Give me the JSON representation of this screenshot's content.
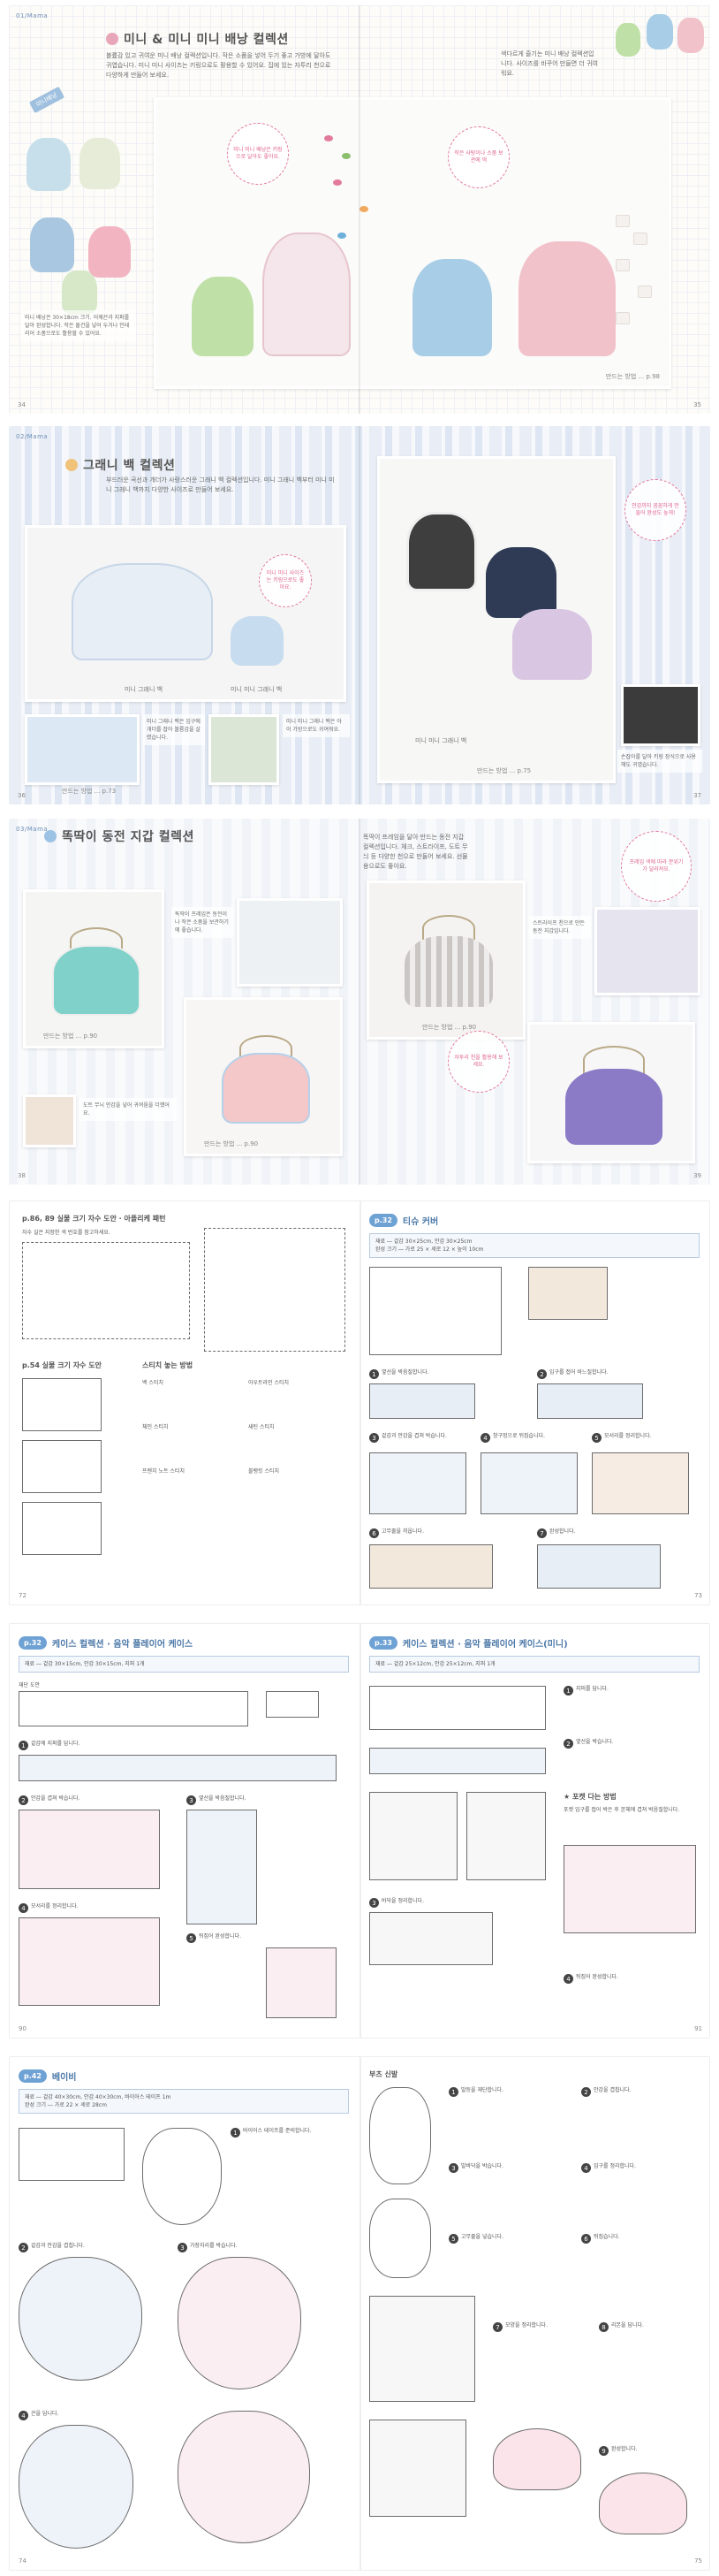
{
  "spread1": {
    "section_tag": "01/Mama",
    "title": "미니 & 미니 미니 배낭 컬렉션",
    "tag_label": "미니배낭",
    "blurb": "볼륨감 있고 귀여운 미니 배낭 컬렉션입니다. 작은 소품을 넣어 두기 좋고 가방에 달아도 귀엽습니다. 미니 미니 사이즈는 키링으로도 활용할 수 있어요. 집에 있는 자투리 천으로 다양하게 만들어 보세요.",
    "right_blurb": "색다르게 즐기는 미니 배낭 컬렉션입니다. 사이즈를 바꾸어 만들면 더 귀여워요.",
    "bubble1": "미니 미니 배낭은 키링으로 달아도 좋아요.",
    "bubble2": "작은 사탕이나 소품 보관에 딱",
    "left_note": "미니 배낭은 30×18cm 크기. 어깨끈과 지퍼를 달아 완성합니다. 작은 물건을 넣어 두거나 인테리어 소품으로도 활용할 수 있어요.",
    "ref": "만드는 방법 ... p.98",
    "page_left": "34",
    "page_right": "35"
  },
  "spread2": {
    "section_tag": "02/Mama",
    "title": "그래니 백 컬렉션",
    "blurb": "부드러운 곡선과 개더가 사랑스러운 그래니 백 컬렉션입니다. 미니 그래니 백부터 미니 미니 그래니 백까지 다양한 사이즈로 만들어 보세요.",
    "caption_a": "미니 그래니 백",
    "caption_b": "미니 미니 그래니 백",
    "caption_c": "미니 미니 그래니 백",
    "bubble1": "미니 미니 사이즈는 키링으로도 좋아요.",
    "bubble2": "안감까지 꼼꼼하게 만들어 완성도 높게!",
    "note_left": "미니 그래니 백은 입구에 개더를 잡아 볼륨감을 살렸습니다.",
    "note_mid": "미니 미니 그래니 백은 아이 가방으로도 귀여워요.",
    "note_right": "손잡이를 달아 키링 장식으로 사용해도 귀엽습니다.",
    "ref_left": "만드는 방법 ... p.73",
    "ref_right": "만드는 방법 ... p.75",
    "page_left": "36",
    "page_right": "37"
  },
  "spread3": {
    "section_tag": "03/Mama",
    "title": "똑딱이 동전 지갑 컬렉션",
    "blurb": "똑딱이 프레임을 달아 만드는 동전 지갑 컬렉션입니다. 체크, 스트라이프, 도트 무늬 등 다양한 천으로 만들어 보세요. 선물용으로도 좋아요.",
    "note1": "똑딱이 프레임은 동전이나 작은 소품을 보관하기에 좋습니다.",
    "note2": "스트라이프 천으로 만든 동전 지갑입니다.",
    "note3": "도트 무늬 안감을 넣어 귀여움을 더했어요.",
    "bubble1": "프레임 색에 따라 분위기가 달라져요.",
    "bubble2": "자투리 천을 활용해 보세요.",
    "ref_a": "만드는 방법 ... p.90",
    "ref_b": "만드는 방법 ... p.90",
    "ref_c": "만드는 방법 ... p.90",
    "page_left": "38",
    "page_right": "39"
  },
  "spread4": {
    "left_title": "p.86, 89 실물 크기 자수 도안 · 아플리케 패턴",
    "left_sub": "자수 실은 지정한 색 번호를 참고하세요.",
    "left_sub2": "p.54 실물 크기 자수 도안",
    "stitch_title": "스티치 놓는 방법",
    "stitch_labels": [
      "백 스티치",
      "아우트라인 스티치",
      "체인 스티치",
      "새틴 스티치",
      "프렌치 노트 스티치",
      "블랭킷 스티치"
    ],
    "pbadge": "p.32",
    "right_title": "티슈 커버",
    "mat_line1": "재료 ― 겉감 30×25cm, 안감 30×25cm",
    "mat_line2": "완성 크기 ― 가로 25 × 세로 12 × 높이 10cm",
    "steps": [
      "옆선을 박음질합니다.",
      "입구를 접어 바느질합니다.",
      "겉감과 안감을 겹쳐 박습니다.",
      "창구멍으로 뒤집습니다.",
      "모서리를 정리합니다.",
      "고무줄을 끼웁니다.",
      "완성합니다."
    ],
    "page_left": "72",
    "page_right": "73"
  },
  "spread5": {
    "left_badge": "p.32",
    "left_title": "케이스 컬렉션 · 음악 플레이어 케이스",
    "right_badge": "p.33",
    "right_title": "케이스 컬렉션 · 음악 플레이어 케이스(미니)",
    "mat_left": "재료 ― 겉감 30×15cm, 안감 30×15cm, 지퍼 1개",
    "mat_right": "재료 ― 겉감 25×12cm, 안감 25×12cm, 지퍼 1개",
    "cut_label": "재단 도안",
    "steps_left": [
      "겉감에 지퍼를 답니다.",
      "안감을 겹쳐 박습니다.",
      "옆선을 박음질합니다.",
      "모서리를 정리합니다.",
      "뒤집어 완성합니다."
    ],
    "steps_right": [
      "지퍼를 답니다.",
      "옆선을 박습니다.",
      "바닥을 정리합니다.",
      "뒤집어 완성합니다."
    ],
    "tip_title": "★ 포켓 다는 방법",
    "tip_text": "포켓 입구를 접어 박은 후 본체에 겹쳐 박음질합니다.",
    "page_left": "90",
    "page_right": "91"
  },
  "spread6": {
    "badge": "p.42",
    "title": "베이비",
    "mat_line1": "재료 ― 겉감 40×30cm, 안감 40×30cm, 바이어스 테이프 1m",
    "mat_line2": "완성 크기 ― 가로 22 × 세로 28cm",
    "left_steps": [
      "바이어스 테이프를 준비합니다.",
      "겉감과 안감을 겹칩니다.",
      "가장자리를 박습니다.",
      "끈을 답니다."
    ],
    "right_title": "부츠 신발",
    "right_steps": [
      "발등을 재단합니다.",
      "안감을 겹칩니다.",
      "발바닥을 박습니다.",
      "입구를 정리합니다.",
      "고무줄을 넣습니다.",
      "뒤집습니다.",
      "모양을 정리합니다.",
      "리본을 답니다.",
      "완성합니다."
    ],
    "page_left": "74",
    "page_right": "75"
  }
}
